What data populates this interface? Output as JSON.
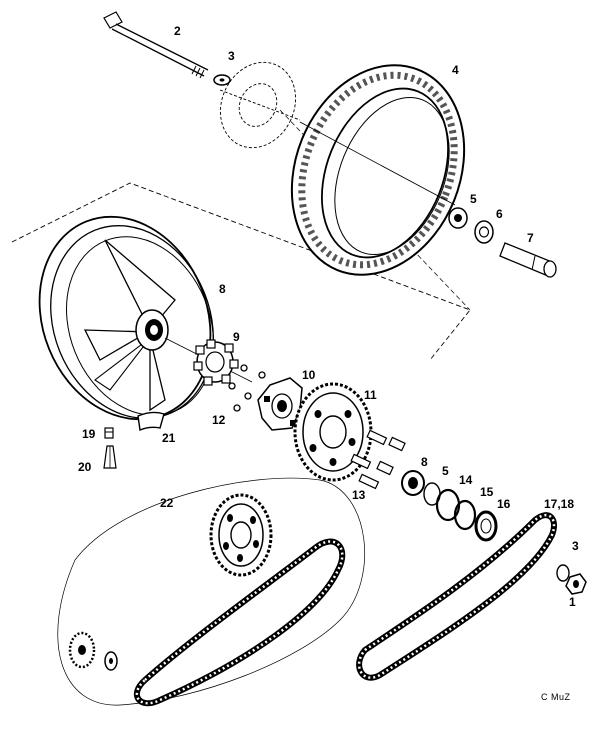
{
  "diagram": {
    "labels": {
      "l1": "1",
      "l2": "2",
      "l3a": "3",
      "l3b": "3",
      "l4": "4",
      "l5a": "5",
      "l5b": "5",
      "l6": "6",
      "l7": "7",
      "l8a": "8",
      "l8b": "8",
      "l9": "9",
      "l10": "10",
      "l11": "11",
      "l12": "12",
      "l13": "13",
      "l14": "14",
      "l15": "15",
      "l16": "16",
      "l17_18": "17,18",
      "l19": "19",
      "l20": "20",
      "l21": "21",
      "l22": "22"
    },
    "copyright": "C MuZ"
  },
  "colors": {
    "ink": "#000000",
    "paper": "#ffffff",
    "tread": "#555555"
  }
}
